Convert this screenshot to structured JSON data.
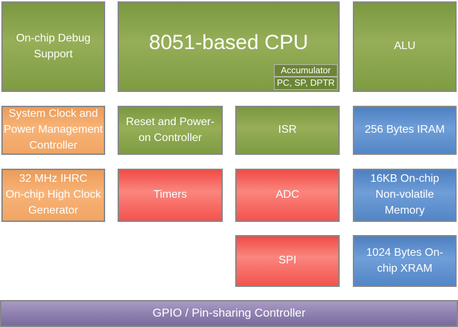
{
  "diagram": {
    "blocks": {
      "debug": {
        "label": "On-chip Debug\nSupport",
        "color": "green"
      },
      "cpu": {
        "label": "8051-based CPU",
        "color": "green"
      },
      "accumulator": {
        "label": "Accumulator",
        "color": "dark-green"
      },
      "registers": {
        "label": "PC, SP, DPTR",
        "color": "dark-green"
      },
      "alu": {
        "label": "ALU",
        "color": "green"
      },
      "clock_pm": {
        "label": "System Clock and\nPower Management\nController",
        "color": "orange"
      },
      "reset": {
        "label": "Reset and Power-\non Controller",
        "color": "green"
      },
      "isr": {
        "label": "ISR",
        "color": "green"
      },
      "iram": {
        "label": "256 Bytes IRAM",
        "color": "blue"
      },
      "ihrc": {
        "label": "32 MHz IHRC\nOn-chip High Clock\nGenerator",
        "color": "orange"
      },
      "timers": {
        "label": "Timers",
        "color": "red"
      },
      "adc": {
        "label": "ADC",
        "color": "red"
      },
      "nvm": {
        "label": "16KB On-chip\nNon-volatile\nMemory",
        "color": "blue"
      },
      "spi": {
        "label": "SPI",
        "color": "red"
      },
      "xram": {
        "label": "1024 Bytes On-\nchip XRAM",
        "color": "blue"
      },
      "gpio": {
        "label": "GPIO / Pin-sharing Controller",
        "color": "purple"
      }
    },
    "palette": {
      "green": "#86a349",
      "dark_green": "#6b8634",
      "orange": "#f1a765",
      "red": "#f4615b",
      "blue": "#5c8fcc",
      "purple": "#8d7fae",
      "border": "#878787",
      "text": "#ffffff"
    }
  }
}
